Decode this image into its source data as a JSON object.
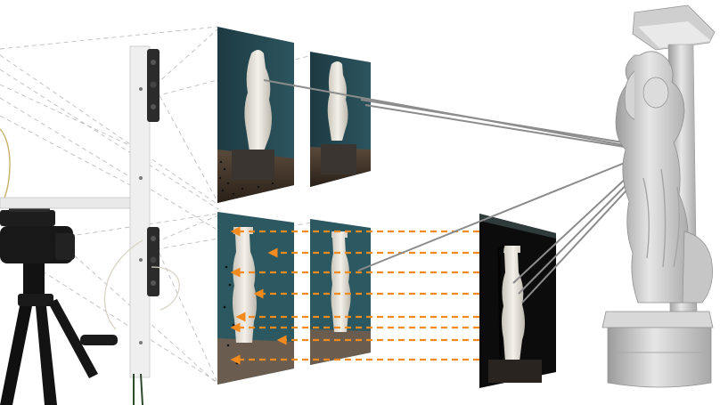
{
  "figure": {
    "description_text": "",
    "colors": {
      "background": "#ffffff",
      "frustum_lines": "#b8b8b8",
      "correspondence_lines": "#8a8a8a",
      "reprojection_arrows": "#f28a1e",
      "rig_bar": "#ececec",
      "sensor_body": "#2b2b2b",
      "tripod": "#151515",
      "frame_wall": "#22424a",
      "depth_frame_bg": "#0c0c0c",
      "statue_stone": "#e8e6e1",
      "model_surface": "#d0d0d0"
    },
    "icons": {
      "rig": "dual-depth-camera-rig",
      "tripod": "camera-tripod",
      "model": "reconstructed-3d-statue-model"
    }
  }
}
